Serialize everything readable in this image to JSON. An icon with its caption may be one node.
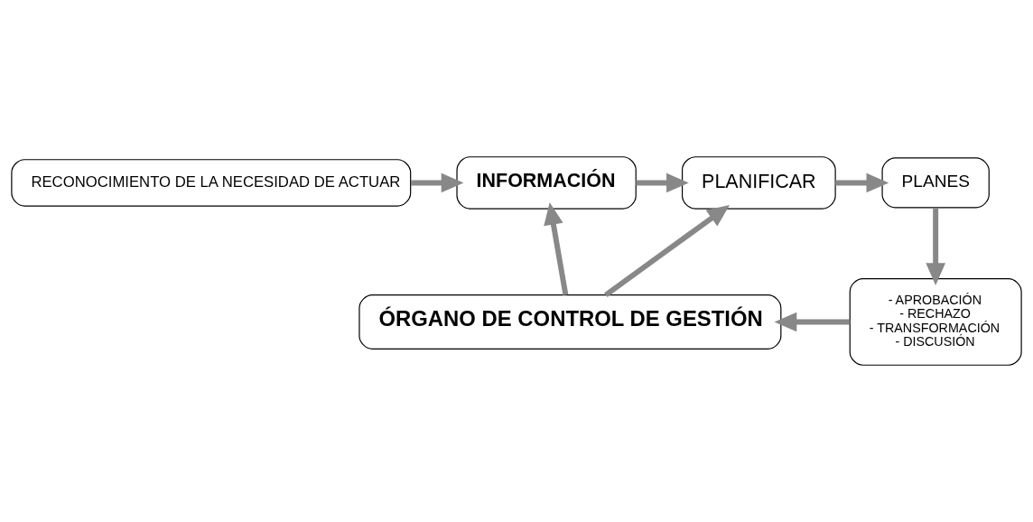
{
  "diagram": {
    "nodes": [
      {
        "text": [
          "RECONOCIMIENTO DE LA NECESIDAD DE ACTUAR"
        ]
      },
      {
        "text": [
          "INFORMACIÓN"
        ]
      },
      {
        "text": [
          "PLANIFICAR"
        ]
      },
      {
        "text": [
          "PLANES"
        ]
      },
      {
        "text": [
          "ÓRGANO DE CONTROL DE GESTIÓN"
        ]
      },
      {
        "text": [
          "- APROBACIÓN",
          "- RECHAZO",
          "- TRANSFORMACIÓN",
          "- DISCUSIÓN"
        ]
      }
    ],
    "edges": [
      {
        "from": 0,
        "to": 1,
        "arrow": "to"
      },
      {
        "from": 1,
        "to": 2,
        "arrow": "to"
      },
      {
        "from": 2,
        "to": 3,
        "arrow": "to"
      },
      {
        "from": 4,
        "to": 1,
        "arrow": "to"
      },
      {
        "from": 4,
        "to": 2,
        "arrow": "to"
      },
      {
        "from": 3,
        "to": 5,
        "arrow": "to"
      },
      {
        "from": 5,
        "to": 4,
        "arrow": "to"
      }
    ]
  }
}
